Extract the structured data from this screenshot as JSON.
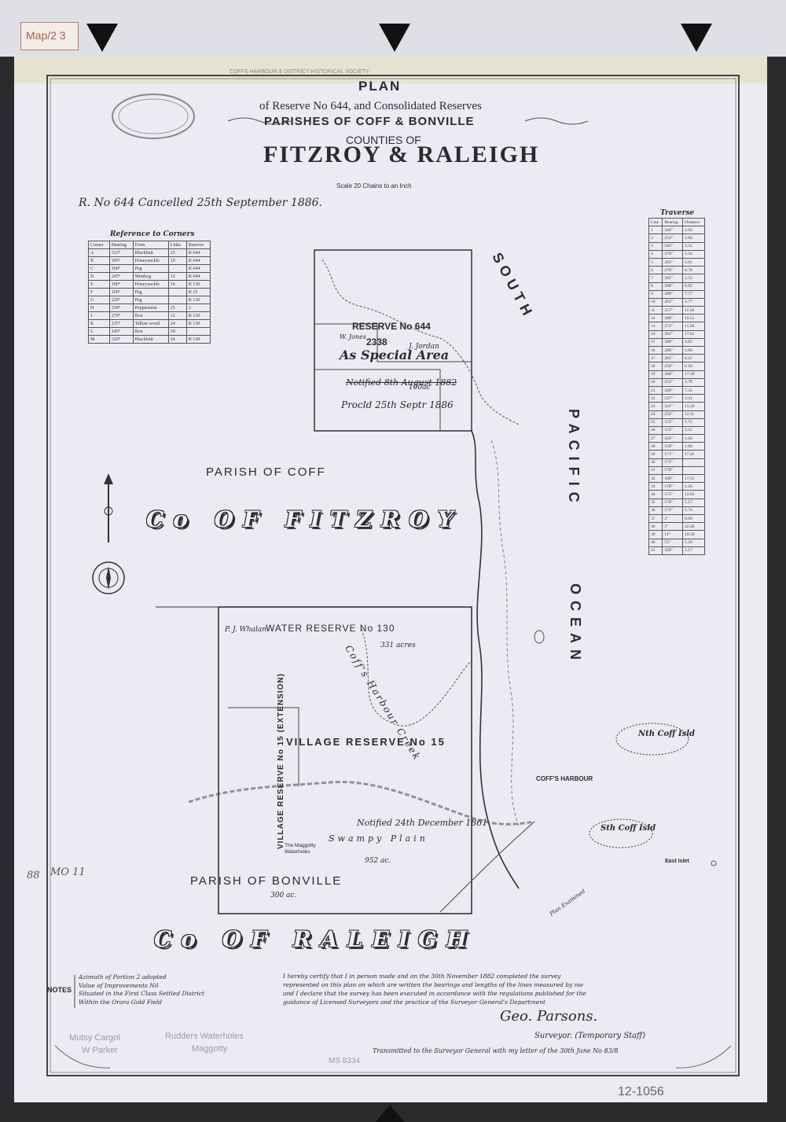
{
  "corner_tag": "Map/2 3",
  "stamp": "COFFS HARBOUR & DISTRICT HISTORICAL SOCIETY",
  "title": {
    "plan": "PLAN",
    "line1": "of Reserve No 644, and Consolidated Reserves",
    "parishes": "PARISHES OF COFF & BONVILLE",
    "counties": "COUNTIES OF",
    "counties_names": "FITZROY & RALEIGH",
    "scale": "Scale 20 Chains to an Inch"
  },
  "cancel_note": "R. No 644 Cancelled 25th September 1886.",
  "reference_table": {
    "title": "Reference to Corners",
    "headers": [
      "Corner",
      "Bearing",
      "From",
      "Links",
      "Reserve"
    ],
    "rows": [
      [
        "A",
        "313°",
        "Blackbutt",
        "25",
        "R 644"
      ],
      [
        "B",
        "185°",
        "Honeysuckle",
        "10",
        "R 644"
      ],
      [
        "C",
        "100°",
        "Peg",
        "",
        "R 644"
      ],
      [
        "D",
        "245°",
        "Mimbog",
        "12",
        "R 644"
      ],
      [
        "E",
        "180°",
        "Honeysuckle",
        "16",
        "R 130"
      ],
      [
        "F",
        "100°",
        "Peg",
        "",
        "R 15"
      ],
      [
        "G",
        "220°",
        "Peg",
        "",
        "R 130"
      ],
      [
        "H",
        "330°",
        "Peppermint",
        "25",
        "2"
      ],
      [
        "J",
        "270°",
        "Box",
        "12",
        "R 130"
      ],
      [
        "K",
        "125°",
        "Tallow wood",
        "24",
        "R 130"
      ],
      [
        "L",
        "145°",
        "Box",
        "30",
        ""
      ],
      [
        "M",
        "320°",
        "Blackbutt",
        "24",
        "R 130"
      ]
    ]
  },
  "traverse_table": {
    "title": "Traverse",
    "headers": [
      "Line",
      "Bearing",
      "Distance"
    ],
    "rows": [
      [
        "1",
        "244°",
        "1.64"
      ],
      [
        "2",
        "254°",
        "2.80"
      ],
      [
        "3",
        "243°",
        "3.31"
      ],
      [
        "4",
        "276°",
        "5.54"
      ],
      [
        "5",
        "283°",
        "5.61"
      ],
      [
        "6",
        "278°",
        "6.78"
      ],
      [
        "7",
        "285°",
        "5.55"
      ],
      [
        "8",
        "298°",
        "6.92"
      ],
      [
        "9",
        "289°",
        "7.77"
      ],
      [
        "10",
        "281°",
        "3.77"
      ],
      [
        "11",
        "257°",
        "11.30"
      ],
      [
        "12",
        "280°",
        "10.51"
      ],
      [
        "13",
        "272°",
        "11.30"
      ],
      [
        "14",
        "281°",
        "17.61"
      ],
      [
        "15",
        "288°",
        "4.83"
      ],
      [
        "16",
        "288°",
        "5.80"
      ],
      [
        "17",
        "265°",
        "6.47"
      ],
      [
        "18",
        "258°",
        "6.18"
      ],
      [
        "19",
        "260°",
        "17.20"
      ],
      [
        "20",
        "252°",
        "4.78"
      ],
      [
        "21",
        "240°",
        "7.32"
      ],
      [
        "22",
        "237°",
        "3.31"
      ],
      [
        "23",
        "241°",
        "15.20"
      ],
      [
        "24",
        "232°",
        "12.11"
      ],
      [
        "25",
        "153°",
        "1.75"
      ],
      [
        "26",
        "153°",
        "2.51"
      ],
      [
        "27",
        "163°",
        "1.66"
      ],
      [
        "28",
        "150°",
        "1.66"
      ],
      [
        "29",
        "171°",
        "17.45"
      ],
      [
        "30",
        "172°",
        ""
      ],
      [
        "31",
        "178°",
        ""
      ],
      [
        "32",
        "186°",
        "17.15"
      ],
      [
        "33",
        "178°",
        "1.26"
      ],
      [
        "34",
        "175°",
        "12.63"
      ],
      [
        "35",
        "178°",
        "5.17"
      ],
      [
        "36",
        "174°",
        "5.74"
      ],
      [
        "37",
        "2°",
        "8.96"
      ],
      [
        "38",
        "2°",
        "42.46"
      ],
      [
        "39",
        "11°",
        "10.50"
      ],
      [
        "40",
        "55°",
        "5.20"
      ],
      [
        "41",
        "358°",
        "3.17"
      ]
    ]
  },
  "labels": {
    "south": "SOUTH",
    "pacific": "PACIFIC",
    "ocean": "OCEAN",
    "parish_coff": "PARISH OF COFF",
    "co_fitzroy": "Co OF FITZROY",
    "co_raleigh": "Co OF RALEIGH",
    "parish_bonville": "PARISH OF BONVILLE",
    "reserve_644": "RESERVE No 644",
    "reserve_2338": "2338",
    "special_area": "As Special Area",
    "notified": "Notified 8th August 1882",
    "procl": "Procld 25th Septr 1886",
    "water_reserve": "WATER RESERVE No 130",
    "village_reserve": "VILLAGE RESERVE No 15",
    "village_reserve_ext": "VILLAGE RESERVE No 15 (EXTENSION)",
    "coffs_creek": "Coff's Harbour Creek",
    "coffs_harbour": "COFF'S HARBOUR",
    "n_coff_isd": "Nth Coff Isld",
    "s_coff_isd": "Sth Coff Isld",
    "east_islet": "East Islet",
    "maggotty": "The Maggotty Waterholes",
    "notified_dec": "Notified 24th December 1861",
    "acres_331": "331 acres",
    "acres_952": "952 ac.",
    "acres_300": "300 ac.",
    "acres_100": "100ac",
    "swampy_plain": "Swampy Plain",
    "j_jordan": "J. Jordan",
    "p_whalan": "P. J. Whalan",
    "w_jones": "W. Jones",
    "margin_88": "88",
    "margin_mo": "MO 11"
  },
  "notes": {
    "label": "NOTES",
    "lines": [
      "Azimuth of Portion 2 adopted",
      "Value of Improvements Nil",
      "Situated in the First Class Settled District",
      "Within the Orara Gold Field"
    ]
  },
  "certificate": [
    "I hereby certify that I in person made and on the 30th November 1882 completed the survey",
    "represented on this plan on which are written the bearings and lengths of the lines measured by me",
    "and I declare that the survey has been executed in accordance with the regulations published for the",
    "guidance of Licensed Surveyors and the practice of the Surveyor General's Department"
  ],
  "signature": "Geo. Parsons.",
  "surveyor_title": "Surveyor. (Temporary Staff)",
  "transmitted": "Transmitted to the Surveyor General with my letter of the 30th June No 83/8",
  "pencil_notes": [
    "Mutsy Cargol",
    "Rudders Waterholes",
    "Maggotty",
    "W Parker"
  ],
  "ms_number": "MS 8334",
  "catalogue": "12-1056",
  "plan_examined": "Plan Examined"
}
